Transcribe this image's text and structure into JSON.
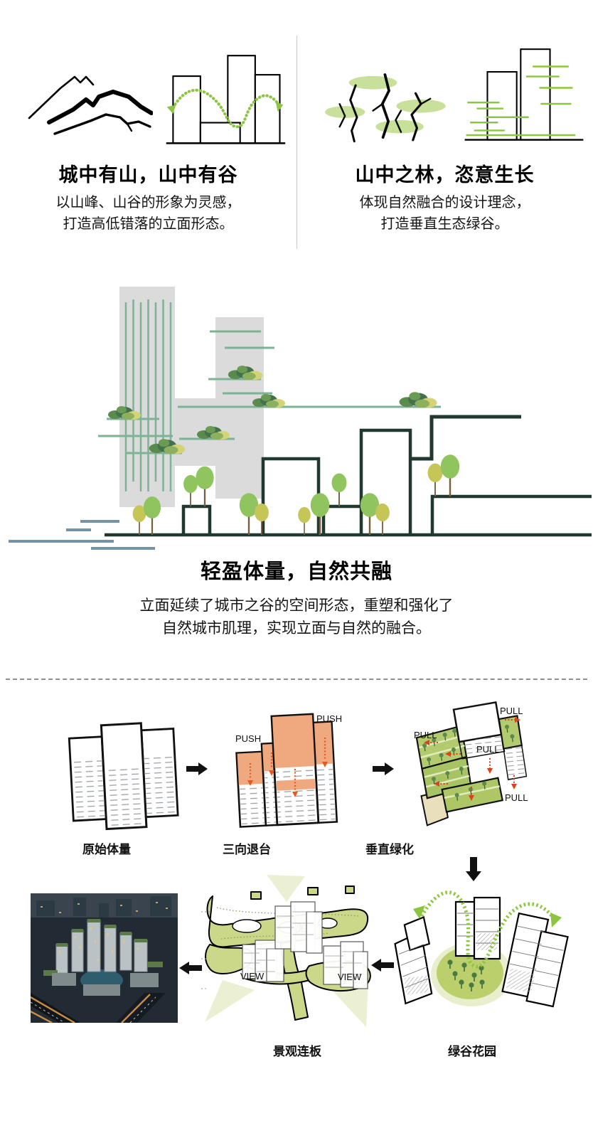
{
  "colors": {
    "accent_green": "#8cc53f",
    "sage_green": "#7eb296",
    "dark_outline": "#21382f",
    "gray_mass": "#dbdbdb",
    "slate_blue": "#7593a6",
    "salmon": "#f0a87f",
    "orange_arrow": "#e8581c",
    "olive_plate": "#cbd88a",
    "tan_base": "#eadfbc"
  },
  "concepts": [
    {
      "title": "城中有山，山中有谷",
      "desc_line1": "以山峰、山谷的形象为灵感，",
      "desc_line2": "打造高低错落的立面形态。"
    },
    {
      "title": "山中之林，恣意生长",
      "desc_line1": "体现自然融合的设计理念，",
      "desc_line2": "打造垂直生态绿谷。"
    }
  ],
  "feature": {
    "title": "轻盈体量，自然共融",
    "desc_line1": "立面延续了城市之谷的空间形态，重塑和强化了",
    "desc_line2": "自然城市肌理，实现立面与自然的融合。"
  },
  "annotations": {
    "push": "PUSH",
    "pull": "PULL",
    "view": "VIEW"
  },
  "process": {
    "steps": [
      {
        "label": "原始体量"
      },
      {
        "label": "三向退台"
      },
      {
        "label": "垂直绿化"
      },
      {
        "label": "景观连板"
      },
      {
        "label": "绿谷花园"
      }
    ]
  }
}
